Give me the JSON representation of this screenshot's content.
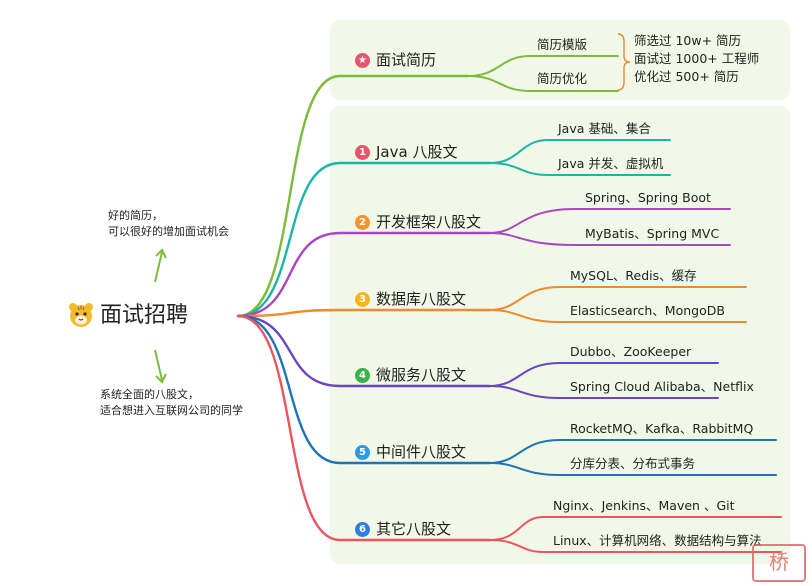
{
  "root": {
    "label": "面试招聘",
    "icon": "tiger-face-icon"
  },
  "notes": {
    "upper": {
      "line1": "好的简历，",
      "line2": "可以很好的增加面试机会"
    },
    "lower": {
      "line1": "系统全面的八股文，",
      "line2": "适合想进入互联网公司的同学"
    }
  },
  "resume": {
    "badge": "★",
    "label": "面试简历",
    "children": [
      "简历模版",
      "简历优化"
    ],
    "stats": [
      "筛选过 10w+ 简历",
      "面试过 1000+ 工程师",
      "优化过 500+ 简历"
    ]
  },
  "topics": [
    {
      "num": "1",
      "label": "Java 八股文",
      "color": "#1bb5a8",
      "badgeColor": "#e9546b",
      "children": [
        "Java 基础、集合",
        "Java 并发、虚拟机"
      ]
    },
    {
      "num": "2",
      "label": "开发框架八股文",
      "color": "#a946c4",
      "badgeColor": "#f4932c",
      "children": [
        "Spring、Spring Boot",
        "MyBatis、Spring MVC"
      ]
    },
    {
      "num": "3",
      "label": "数据库八股文",
      "color": "#f08a2c",
      "badgeColor": "#f5b51c",
      "children": [
        "MySQL、Redis、缓存",
        "Elasticsearch、MongoDB"
      ]
    },
    {
      "num": "4",
      "label": "微服务八股文",
      "color": "#6b45c2",
      "badgeColor": "#37b34a",
      "children": [
        "Dubbo、ZooKeeper",
        "Spring Cloud Alibaba、Netflix"
      ]
    },
    {
      "num": "5",
      "label": "中间件八股文",
      "color": "#1f74b8",
      "badgeColor": "#2b9be3",
      "children": [
        "RocketMQ、Kafka、RabbitMQ",
        "分库分表、分布式事务"
      ]
    },
    {
      "num": "6",
      "label": "其它八股文",
      "color": "#ec5560",
      "badgeColor": "#2f7fe0",
      "children": [
        "Nginx、Jenkins、Maven 、Git",
        "Linux、计算机网络、数据结构与算法"
      ]
    }
  ],
  "colors": {
    "resume": "#7cbb3c",
    "panel": "#f1f8e7",
    "arrow": "#7cbb3c",
    "stamp": "#d96b6b"
  },
  "stamp": {
    "glyph": "桥"
  }
}
